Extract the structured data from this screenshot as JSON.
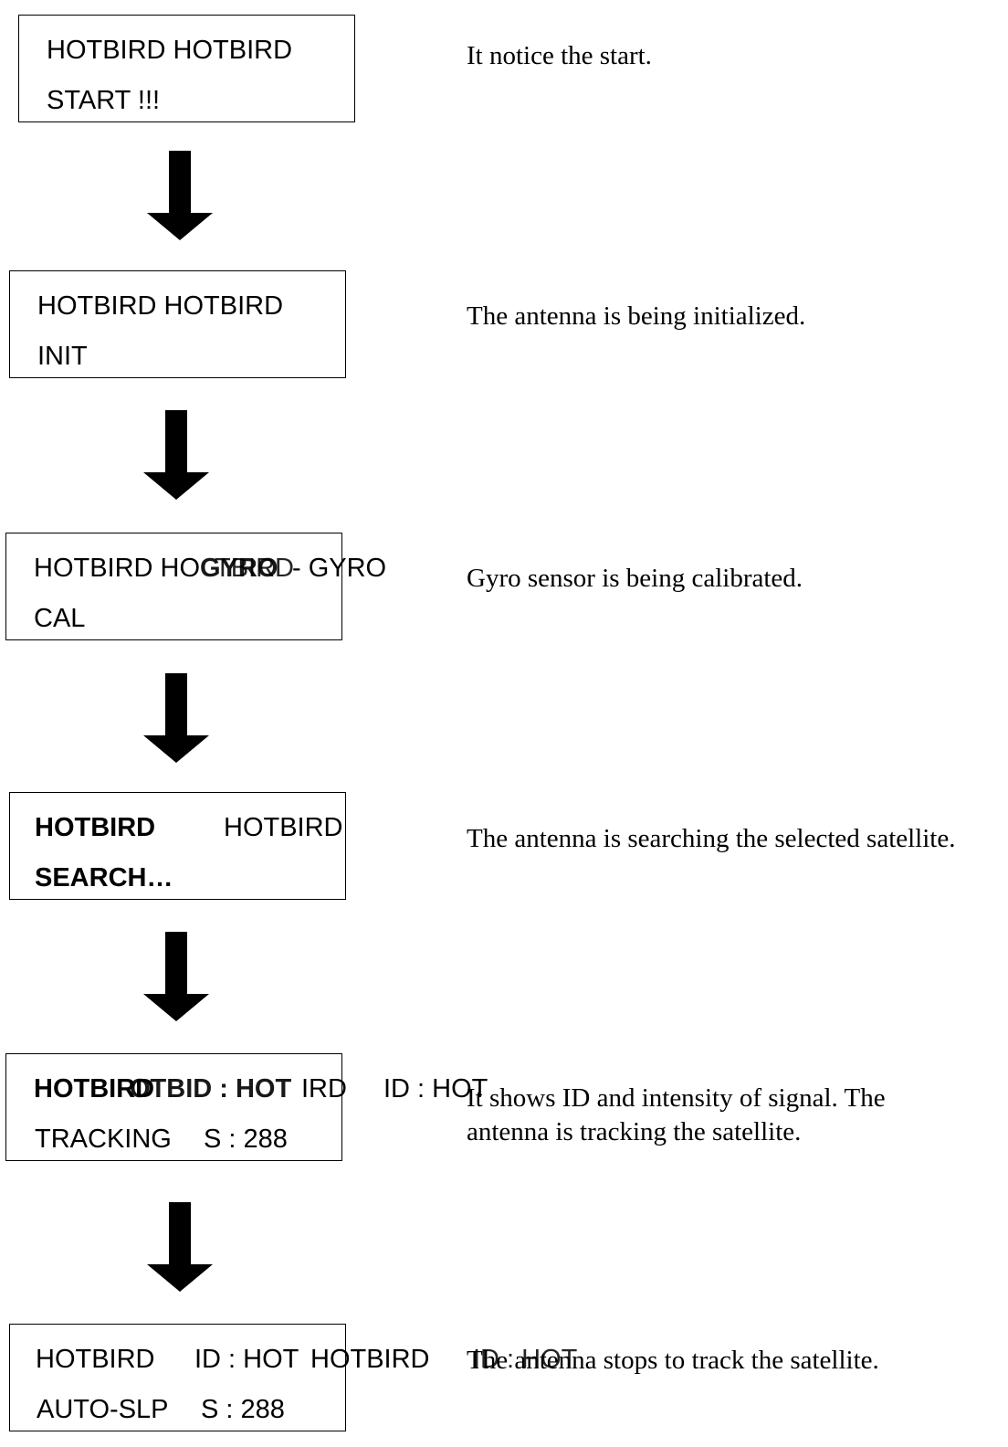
{
  "steps": [
    {
      "line1a": "HOTBIRD HOTBIRD",
      "line2": "START !!!",
      "description": "It notice the start."
    },
    {
      "line1a": "HOTBIRD HOTBIRD",
      "line2": "INIT",
      "description": "The antenna is being initialized."
    },
    {
      "line1a": "HOTBIRD HO",
      "line1b": "GYRO",
      "line1c": "TBIRD",
      "line1d": "- GYRO",
      "line2": "CAL",
      "description": "Gyro sensor is being calibrated."
    },
    {
      "line1a": "HOTBIRD",
      "line1b": "HOTBIRD",
      "line2": "SEARCH…",
      "description": "The antenna is searching the selected satellite."
    },
    {
      "line1a": "HOTBIRD",
      "line1b": "OTBID : HOT",
      "line1c": "IRD",
      "line1d": "ID : HOT",
      "line2a": "TRACKING",
      "line2b": "S : 288",
      "description": "It shows ID and intensity of signal. The\nantenna is tracking the satellite."
    },
    {
      "line1a": "HOTBIRD",
      "line1b": "ID : HOT",
      "line1c": "HOTBIRD",
      "line1d": "ID : HOT",
      "line2a": "AUTO-SLP",
      "line2b": "S : 288",
      "description": "The antenna stops to track the satellite."
    }
  ],
  "colors": {
    "ink": "#000000",
    "background": "#ffffff"
  },
  "icons": {
    "arrow": "down-arrow-icon"
  }
}
